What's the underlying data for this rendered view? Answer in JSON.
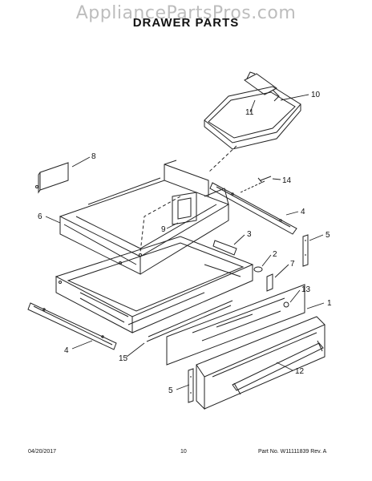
{
  "header": {
    "watermark": "AppliancePartsPros.com",
    "title": "DRAWER PARTS"
  },
  "callouts": [
    {
      "id": "1",
      "label": "1"
    },
    {
      "id": "2",
      "label": "2"
    },
    {
      "id": "3",
      "label": "3"
    },
    {
      "id": "4a",
      "label": "4"
    },
    {
      "id": "4b",
      "label": "4"
    },
    {
      "id": "5a",
      "label": "5"
    },
    {
      "id": "5b",
      "label": "5"
    },
    {
      "id": "6",
      "label": "6"
    },
    {
      "id": "7",
      "label": "7"
    },
    {
      "id": "8",
      "label": "8"
    },
    {
      "id": "9",
      "label": "9"
    },
    {
      "id": "10",
      "label": "10"
    },
    {
      "id": "11",
      "label": "11"
    },
    {
      "id": "12",
      "label": "12"
    },
    {
      "id": "13",
      "label": "13"
    },
    {
      "id": "14",
      "label": "14"
    },
    {
      "id": "15",
      "label": "15"
    }
  ],
  "footer": {
    "date": "04/20/2017",
    "page": "10",
    "part_no": "Part No. W11111839  Rev. A"
  }
}
